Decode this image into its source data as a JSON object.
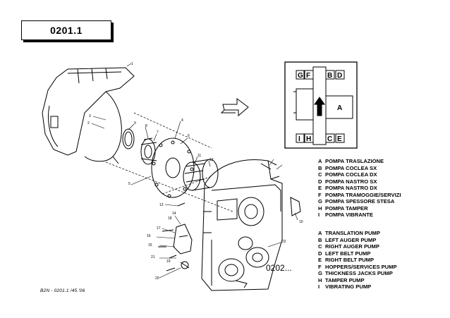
{
  "document_code": "0201.1",
  "reference": "0202...",
  "footer": "B2N - 0201.1 /45.'06",
  "diagram_labels": {
    "top_left_a": "G",
    "top_left_b": "F",
    "top_right_a": "B",
    "top_right_b": "D",
    "bottom_left_a": "I",
    "bottom_left_b": "H",
    "bottom_right_a": "C",
    "bottom_right_b": "E",
    "center": "A"
  },
  "part_numbers": [
    "1",
    "2",
    "3",
    "4",
    "5",
    "6",
    "7",
    "8",
    "9",
    "10",
    "11",
    "12",
    "13",
    "14",
    "15",
    "16",
    "17",
    "18",
    "19",
    "20",
    "21",
    "22"
  ],
  "legend_it": [
    {
      "key": "A",
      "text": "POMPA TRASLAZIONE"
    },
    {
      "key": "B",
      "text": "POMPA COCLEA SX"
    },
    {
      "key": "C",
      "text": "POMPA COCLEA DX"
    },
    {
      "key": "D",
      "text": "POMPA NASTRO SX"
    },
    {
      "key": "E",
      "text": "POMPA NASTRO DX"
    },
    {
      "key": "F",
      "text": "POMPA TRAMOGGIE/SERVIZI"
    },
    {
      "key": "G",
      "text": "POMPA SPESSORE STESA"
    },
    {
      "key": "H",
      "text": "POMPA TAMPER"
    },
    {
      "key": "I",
      "text": "POMPA VIBRANTE"
    }
  ],
  "legend_en": [
    {
      "key": "A",
      "text": "TRANSLATION PUMP"
    },
    {
      "key": "B",
      "text": "LEFT AUGER PUMP"
    },
    {
      "key": "C",
      "text": "RIGHT AUGER PUMP"
    },
    {
      "key": "D",
      "text": "LEFT BELT PUMP"
    },
    {
      "key": "E",
      "text": "RIGHT BELT PUMP"
    },
    {
      "key": "F",
      "text": "HOPPERS/SERVICES PUMP"
    },
    {
      "key": "G",
      "text": "THICKNESS JACKS PUMP"
    },
    {
      "key": "H",
      "text": "TAMPER PUMP"
    },
    {
      "key": "I",
      "text": "VIBRATING PUMP"
    }
  ]
}
